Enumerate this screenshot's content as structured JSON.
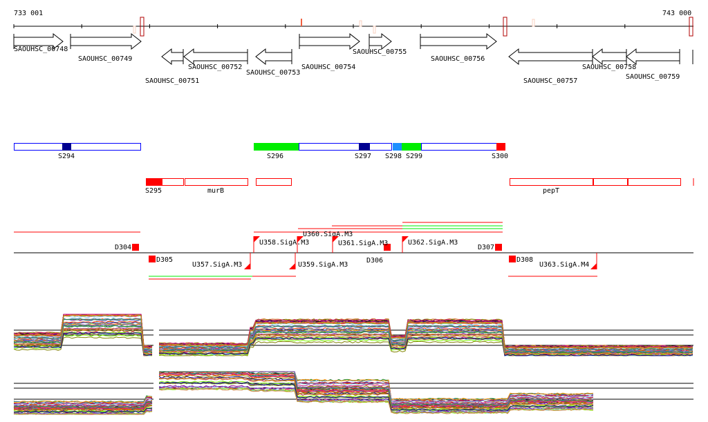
{
  "axis": {
    "start_label": "733 001",
    "end_label": "743 000"
  },
  "genes": [
    {
      "label": "SAOUHSC_00748",
      "strand": "+"
    },
    {
      "label": "SAOUHSC_00749",
      "strand": "+"
    },
    {
      "label": "SAOUHSC_00751",
      "strand": "-"
    },
    {
      "label": "SAOUHSC_00752",
      "strand": "-"
    },
    {
      "label": "SAOUHSC_00753",
      "strand": "-"
    },
    {
      "label": "SAOUHSC_00754",
      "strand": "+"
    },
    {
      "label": "SAOUHSC_00755",
      "strand": "+"
    },
    {
      "label": "SAOUHSC_00756",
      "strand": "+"
    },
    {
      "label": "SAOUHSC_00757",
      "strand": "-"
    },
    {
      "label": "SAOUHSC_00758",
      "strand": "-"
    },
    {
      "label": "SAOUHSC_00759",
      "strand": "-"
    }
  ],
  "segments_plus": [
    "S294",
    "S296",
    "S297",
    "S298",
    "S299",
    "S300"
  ],
  "segments_minus": [
    "S295",
    "murB",
    "pepT"
  ],
  "features_upper": [
    "D304",
    "U358.SigA.M3",
    "U360.SigA.M3",
    "U361.SigA.M3",
    "D306",
    "U362.SigA.M3",
    "D307"
  ],
  "features_lower": [
    "D305",
    "U357.SigA.M3",
    "U359.SigA.M3",
    "D308",
    "U363.SigA.M4"
  ],
  "colors": {
    "red": "#ff0000",
    "green": "#00ee00",
    "blue": "#0000ff",
    "dark_blue": "#000090",
    "light_blue": "#1e90ff",
    "dark_red": "#b00000"
  },
  "expression": {
    "plus_strand_segment_levels": [
      0.35,
      0.75,
      0.1,
      0.15,
      0.45,
      0.6,
      0.3,
      0.6,
      0.1
    ],
    "minus_strand_segment_levels": [
      0.15,
      0.25,
      0.95,
      0.9,
      0.55,
      0.2,
      0.3
    ]
  }
}
